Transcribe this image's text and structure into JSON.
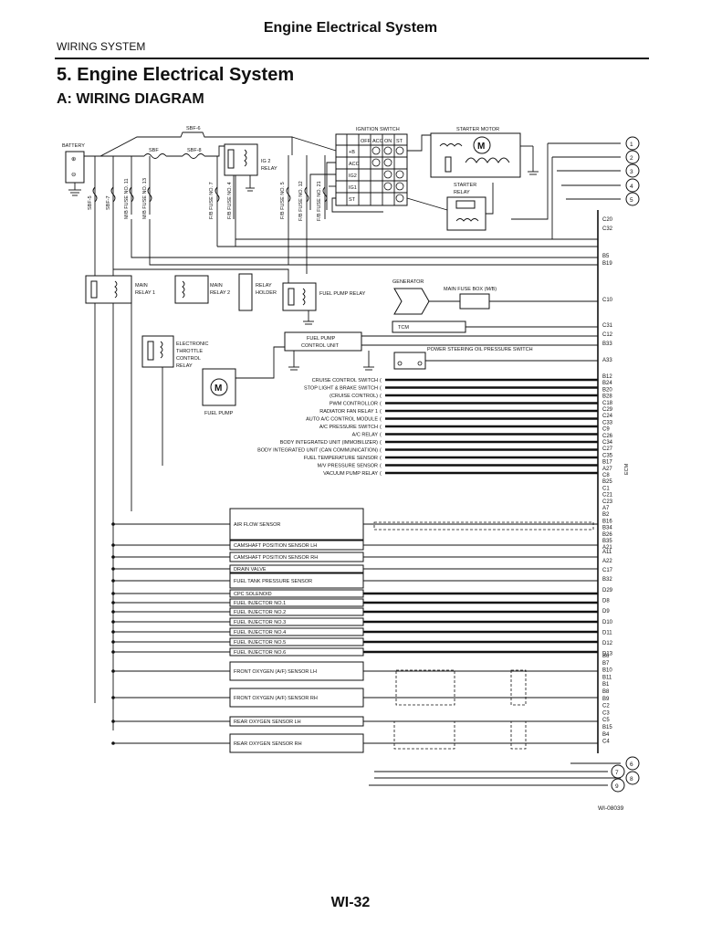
{
  "header": {
    "title": "Engine Electrical System",
    "subtitle": "WIRING SYSTEM",
    "section": "5.  Engine Electrical System",
    "subsection": "A:  WIRING DIAGRAM",
    "page_number": "WI-32",
    "figure_id": "WI-08039"
  },
  "top": {
    "battery": "BATTERY",
    "sbf6": "SBF-6",
    "sbf": "SBF",
    "sbf8": "SBF-8",
    "ig2_relay": [
      "IG 2",
      "RELAY"
    ],
    "ignition_switch": "IGNITION SWITCH",
    "ign_cols": [
      "OFF",
      "ACC",
      "ON",
      "ST"
    ],
    "ign_rows": [
      "+B",
      "ACC",
      "IG2",
      "IG1",
      "ST"
    ],
    "starter_motor": "STARTER MOTOR",
    "starter_relay": [
      "STARTER",
      "RELAY"
    ],
    "fuses": [
      "SBF-5",
      "SBF-7",
      "M/B FUSE NO. 11",
      "M/B FUSE NO. 13",
      "F/B FUSE NO. 7",
      "F/B FUSE NO. 4",
      "F/B FUSE NO. 5",
      "F/B FUSE NO. 12",
      "F/B FUSE NO. 21"
    ],
    "connectors": [
      "1",
      "2",
      "3",
      "4",
      "5"
    ]
  },
  "middle": {
    "main_relay1": [
      "MAIN",
      "RELAY 1"
    ],
    "main_relay2": [
      "MAIN",
      "RELAY 2"
    ],
    "relay_holder": [
      "RELAY",
      "HOLDER"
    ],
    "fuel_pump_relay": "FUEL PUMP RELAY",
    "generator": "GENERATOR",
    "main_fuse_box": "MAIN FUSE BOX (M/B)",
    "tcm": "TCM",
    "fuel_pump_cu": [
      "FUEL PUMP",
      "CONTROL UNIT"
    ],
    "etc_relay": [
      "ELECTRONIC",
      "THROTTLE",
      "CONTROL",
      "RELAY"
    ],
    "ps_switch": "POWER STEERING OIL PRESSURE SWITCH",
    "fuel_pump": "FUEL PUMP",
    "motor_symbol": "M",
    "ecm": "ECM"
  },
  "signals": [
    "CRUISE CONTROL SWITCH",
    "STOP LIGHT & BRAKE SWITCH",
    "(CRUISE CONTROL)",
    "PWM CONTROLLOR",
    "RADIATOR FAN RELAY 1",
    "AUTO A/C CONTROL MODULE",
    "A/C PRESSURE SWITCH",
    "A/C RELAY",
    "BODY INTEGRATED UNIT (IMMOBILIZER)",
    "BODY INTEGRATED UNIT (CAN COMMUNICATION)",
    "FUEL TEMPERATURE SENSOR",
    "M/V PRESSURE SENSOR",
    "VACUUM PUMP RELAY"
  ],
  "sensors": [
    "AIR FLOW SENSOR",
    "CAMSHAFT POSITION SENSOR LH",
    "CAMSHAFT POSITION SENSOR RH",
    "DRAIN VALVE",
    "FUEL TANK PRESSURE SENSOR",
    "CPC SOLENOID",
    "FUEL INJECTOR NO.1",
    "FUEL INJECTOR NO.2",
    "FUEL INJECTOR NO.3",
    "FUEL INJECTOR NO.4",
    "FUEL INJECTOR NO.5",
    "FUEL INJECTOR NO.6",
    "FRONT OXYGEN (A/F) SENSOR LH",
    "FRONT OXYGEN (A/F) SENSOR RH",
    "REAR OXYGEN SENSOR LH",
    "REAR OXYGEN SENSOR RH"
  ],
  "ecm_pins": {
    "p1": [
      "C20",
      "C32"
    ],
    "p2": [
      "B5",
      "B19"
    ],
    "p3": [
      "C10"
    ],
    "p4": [
      "C31",
      "C12",
      "B33"
    ],
    "p5": [
      "A33"
    ],
    "p6": [
      "B12",
      "B24",
      "B20",
      "B28",
      "C18",
      "C29",
      "C24",
      "C33",
      "C9",
      "C26",
      "C34",
      "C27",
      "C35",
      "B17",
      "A27",
      "C8",
      "B25",
      "C1",
      "C21",
      "C23",
      "A7",
      "B2",
      "B16",
      "B34",
      "B26",
      "B35",
      "A21"
    ],
    "p7": [
      "A11",
      "A22",
      "C17",
      "B32"
    ],
    "p8": [
      "D29",
      "D8",
      "D9",
      "D10",
      "D11",
      "D12",
      "D13"
    ],
    "p9": [
      "B6",
      "B7",
      "B10",
      "B11",
      "B1",
      "B8",
      "B9",
      "C2",
      "C3",
      "C5",
      "B15",
      "B4",
      "C4"
    ]
  },
  "bottom_connectors": [
    "6",
    "7",
    "8",
    "9"
  ]
}
